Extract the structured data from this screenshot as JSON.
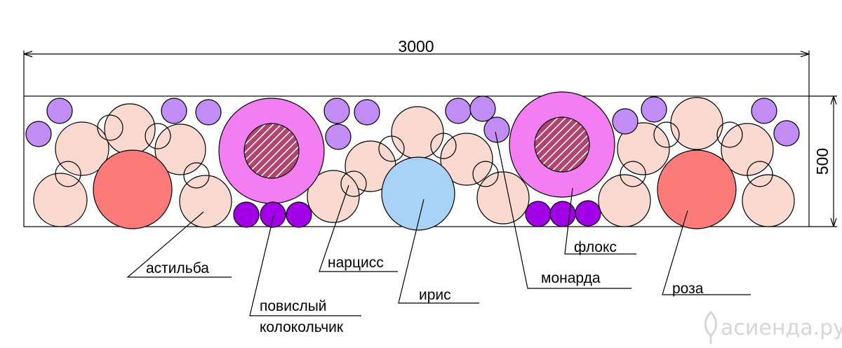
{
  "dimensions": {
    "width": "3000",
    "height": "500"
  },
  "colors": {
    "astilbe": "#f9d9d0",
    "rose": "#fb7b7b",
    "phlox": "#f37ef2",
    "phlox_center": "#b0466f",
    "monarda": "#c18cf3",
    "bellflower": "#a200e6",
    "iris": "#a9d3f6"
  },
  "labels": {
    "astilbe": "астильба",
    "bellflower_line1": "повислый",
    "bellflower_line2": "колокольчик",
    "narcissus": "нарцисс",
    "iris": "ирис",
    "monarda": "монарда",
    "phlox": "флокс",
    "rose": "роза"
  },
  "watermark": {
    "icon": "flower-bud-logo-icon",
    "text": "асиенда.ру"
  }
}
